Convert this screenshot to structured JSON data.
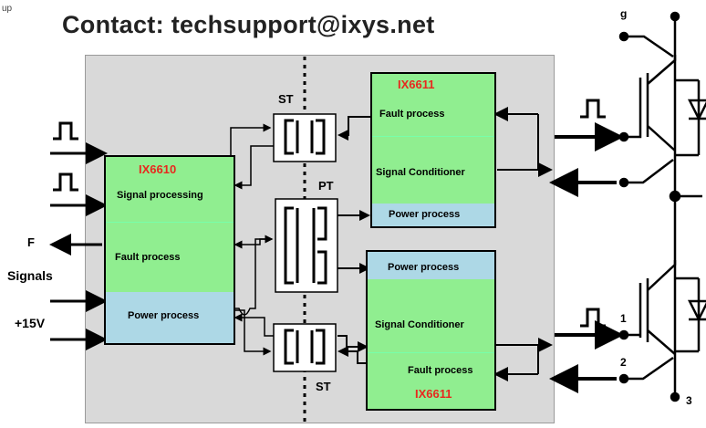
{
  "corner_text": "up",
  "header": {
    "contact": "Contact:  techsupport@ixys.net"
  },
  "left_labels": {
    "f": "F",
    "signals": "Signals",
    "supply": "+15V"
  },
  "isolators": {
    "st_top": "ST",
    "pt": "PT",
    "st_bottom": "ST"
  },
  "driver": {
    "title": "IX6610",
    "signal": "Signal processing",
    "fault": "Fault process",
    "power": "Power process"
  },
  "top_chip": {
    "title": "IX6611",
    "fault": "Fault process",
    "signal": "Signal Conditioner",
    "power": "Power process"
  },
  "bottom_chip": {
    "power": "Power process",
    "signal": "Signal Conditioner",
    "fault": "Fault process",
    "title": "IX6611"
  },
  "igbt_pins": {
    "g": "g",
    "one": "1",
    "two": "2",
    "three": "3"
  },
  "colors": {
    "board": "#d9d9d9",
    "green": "#90ee90",
    "blue": "#add8e6",
    "title_red": "#e8281e"
  }
}
